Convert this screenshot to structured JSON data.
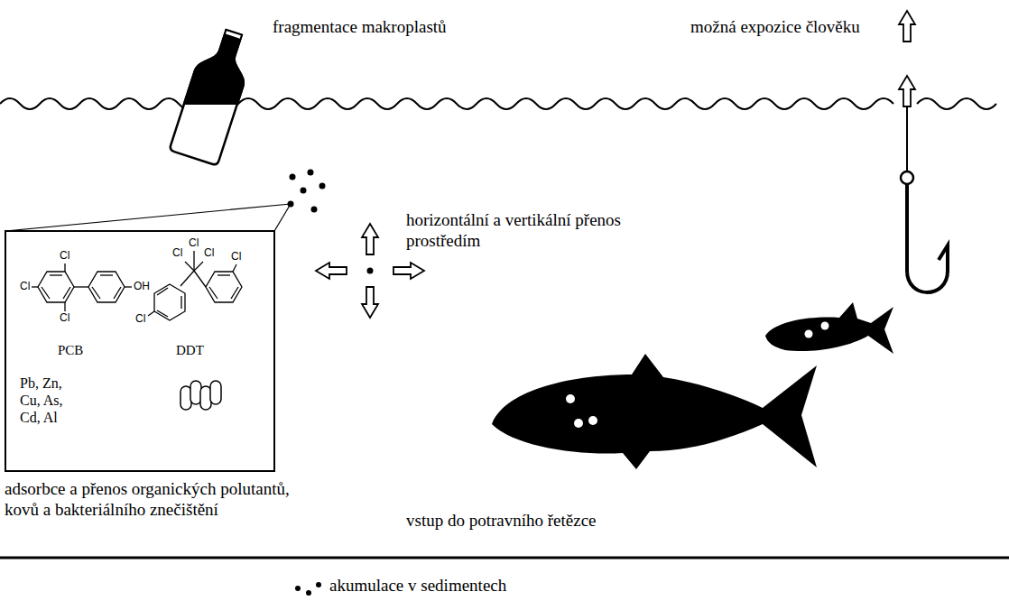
{
  "diagram": {
    "nodes": [
      {
        "text": [
          "PCB",
          "DDT",
          "Pb, Zn, Cu, As, Cd, Al"
        ]
      }
    ],
    "labels": [
      "fragmentace makroplastů",
      "možná expozice člověku",
      "horizontální a vertikální přenos prostředím",
      "adsorbce a přenos organických polutantů, kovů a bakteriálního znečištění",
      "vstup do potravního řetězce",
      "akumulace v sedimentech",
      "Cl",
      "Cl",
      "Cl",
      "OH",
      "Cl",
      "Cl",
      "Cl",
      "Cl",
      "Cl"
    ]
  }
}
